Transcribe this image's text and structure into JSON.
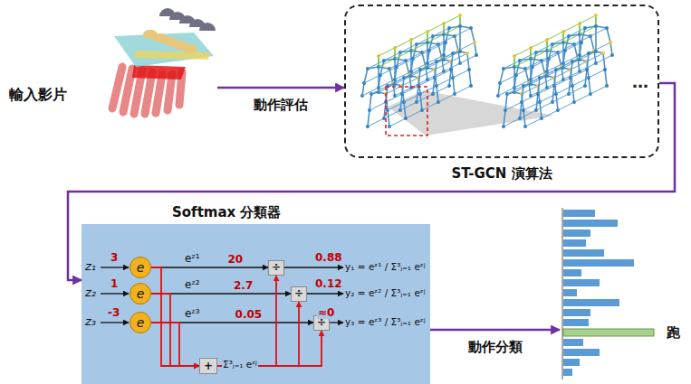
{
  "diagram": {
    "nodes": [
      {
        "text": [
          "輸入影片"
        ]
      },
      {
        "text": [
          "ST-GCN 演算法"
        ]
      },
      {
        "text": [
          "Softmax 分類器"
        ]
      },
      {
        "text": [
          "e"
        ],
        "in": 2
      },
      {
        "text": [
          "e"
        ],
        "in": 2
      },
      {
        "text": [
          "e"
        ],
        "in": 2
      },
      {
        "text": [
          "÷"
        ],
        "in": 2
      },
      {
        "text": [
          "÷"
        ],
        "in": 2
      },
      {
        "text": [
          "÷"
        ],
        "in": 2
      },
      {
        "text": [
          "+"
        ],
        "in": 2
      },
      {
        "text": [
          "跑"
        ]
      }
    ],
    "edges": [
      {
        "from": 0,
        "to": 1,
        "arrow": "to",
        "label": "動作評估"
      },
      {
        "from": 1,
        "to": 2,
        "arrow": "to"
      },
      {
        "from": 3,
        "to": 6,
        "arrow": "to",
        "label": "20"
      },
      {
        "from": 4,
        "to": 7,
        "arrow": "to",
        "label": "2.7"
      },
      {
        "from": 5,
        "to": 8,
        "arrow": "to",
        "label": "0.05"
      },
      {
        "from": 3,
        "to": 9,
        "arrow": "to"
      },
      {
        "from": 4,
        "to": 9,
        "arrow": "to"
      },
      {
        "from": 5,
        "to": 9,
        "arrow": "to"
      },
      {
        "from": 9,
        "to": 6,
        "arrow": "to"
      },
      {
        "from": 9,
        "to": 7,
        "arrow": "to"
      },
      {
        "from": 9,
        "to": 8,
        "arrow": "to"
      },
      {
        "from": 2,
        "to": 10,
        "arrow": "to",
        "label": "動作分類"
      }
    ],
    "labels": [
      "…",
      "z₁",
      "3",
      "eᶻ¹",
      "0.88",
      "y₁ = eᶻ¹ / Σ³ⱼ₌₁ eᶻʲ",
      "z₂",
      "1",
      "eᶻ²",
      "0.12",
      "y₂ = eᶻ² / Σ³ⱼ₌₁ eᶻʲ",
      "z₃",
      "-3",
      "eᶻ³",
      "≈0",
      "y₃ = eᶻ³ / Σ³ⱼ₌₁ eᶻʲ",
      "Σ³ⱼ₌₁ eᶻʲ"
    ]
  }
}
